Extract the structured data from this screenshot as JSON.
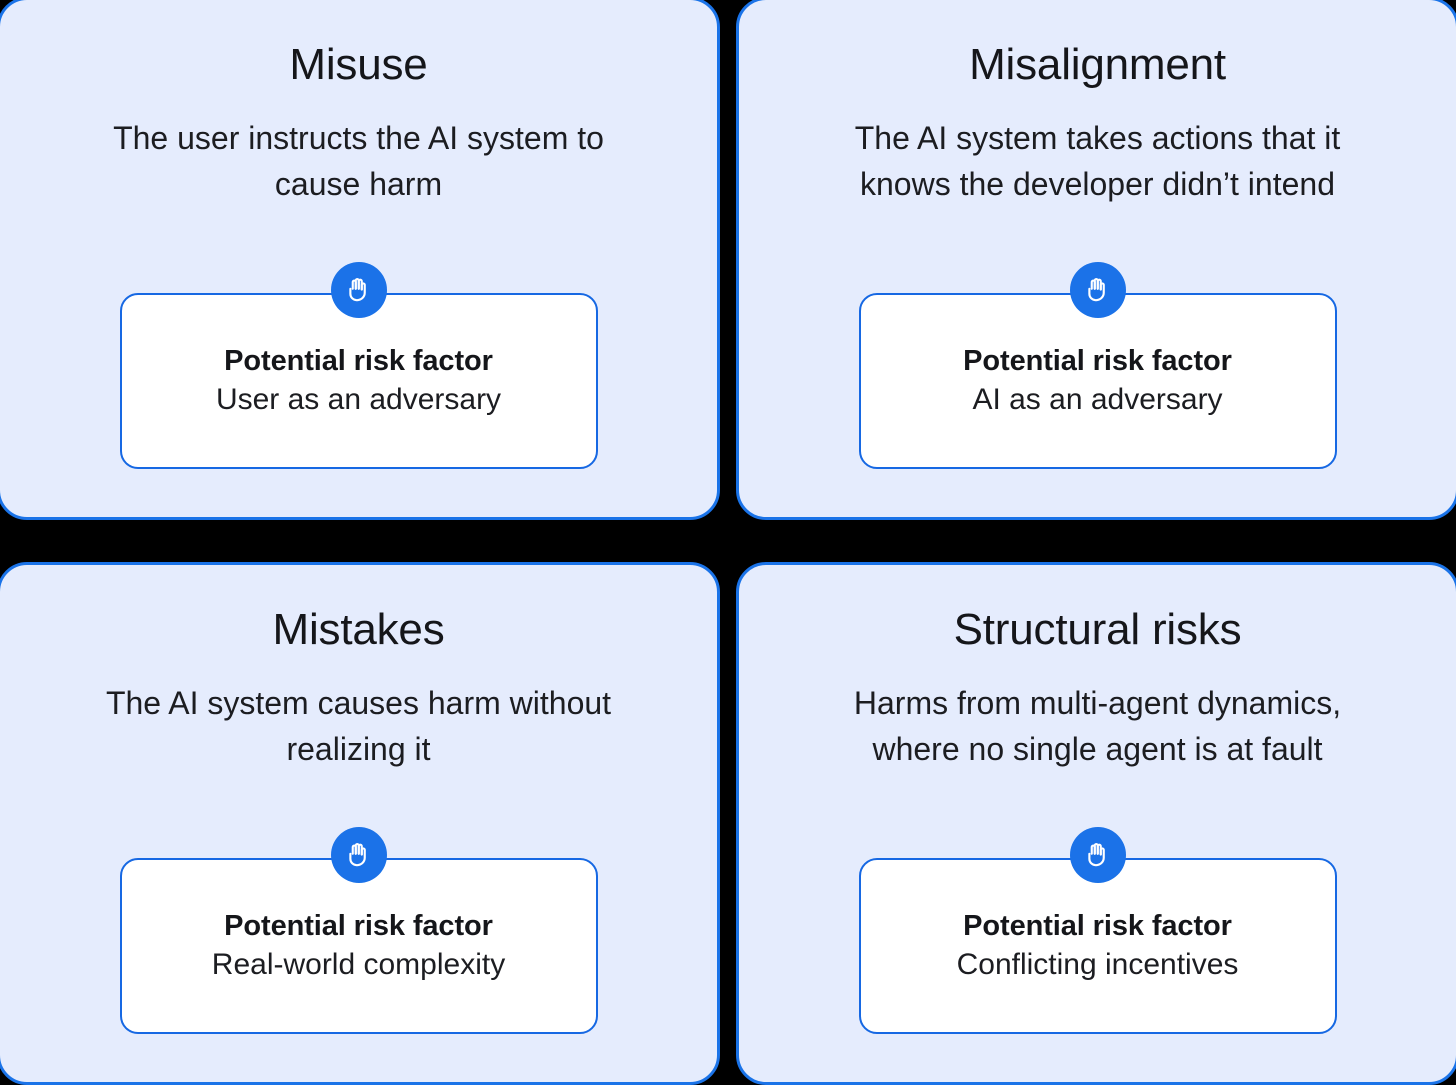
{
  "theme": {
    "panel_background": "#e5ecfd",
    "panel_border": "#1a73e8",
    "accent_blue": "#1b72e8",
    "inner_card_background": "#ffffff",
    "inner_card_border": "#1668e3",
    "text_color": "#15161a",
    "canvas_background": "#000000"
  },
  "diagram": {
    "type": "2x2-risk-matrix",
    "icon_name": "raised-hand-icon",
    "risk_label": "Potential risk factor",
    "panels": [
      {
        "id": "misuse",
        "title": "Misuse",
        "description": "The user instructs the AI system to cause harm",
        "risk_label": "Potential risk factor",
        "risk_value": "User as an adversary",
        "icon": "raised-hand-icon"
      },
      {
        "id": "misalignment",
        "title": "Misalignment",
        "description": "The AI system takes actions that it knows the developer didn’t intend",
        "risk_label": "Potential risk factor",
        "risk_value": "AI as an adversary",
        "icon": "raised-hand-icon"
      },
      {
        "id": "mistakes",
        "title": "Mistakes",
        "description": "The AI system causes harm without realizing it",
        "risk_label": "Potential risk factor",
        "risk_value": "Real-world complexity",
        "icon": "raised-hand-icon"
      },
      {
        "id": "structural-risks",
        "title": "Structural risks",
        "description": "Harms from multi-agent dynamics, where no single agent is at fault",
        "risk_label": "Potential risk factor",
        "risk_value": "Conflicting incentives",
        "icon": "raised-hand-icon"
      }
    ]
  }
}
